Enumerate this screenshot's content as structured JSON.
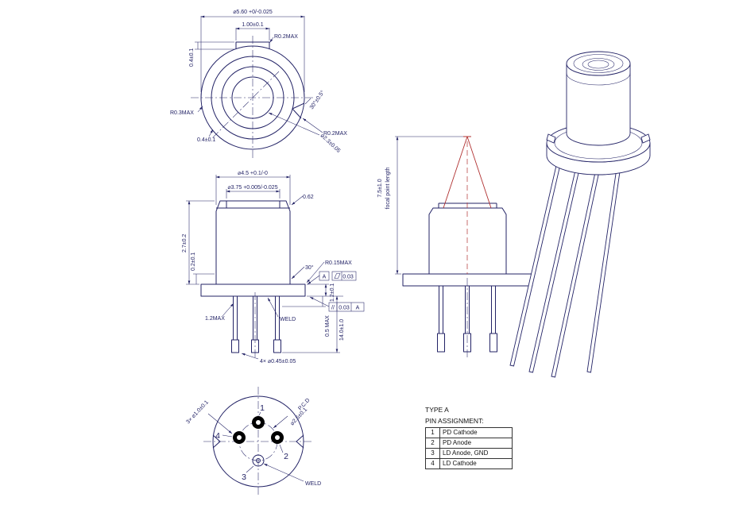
{
  "meta": {
    "line_color": "#232366",
    "beam_color": "#b03030"
  },
  "top_view": {
    "outer_diameter": "⌀5.60 +0/-0.025",
    "tab_width": "1.00±0.1",
    "tab_corner_radius": "R0.2MAX",
    "tab_height": "0.4±0.1",
    "flange_radius": "R0.3MAX",
    "notch_depth": "0.4±0.1",
    "key_angle": "30°±0.5°",
    "key_radius": "R0.2MAX",
    "aperture_diameter": "⌀2.3±0.05"
  },
  "side_view": {
    "cap_diameter": "⌀4.5 +0.1/-0",
    "window_diameter": "⌀3.75 +0.005/-0.025",
    "rim_step": "0.62",
    "cap_height": "2.7±0.2",
    "base_step": "0.2±0.1",
    "chamfer_angle": "30°",
    "flange_radius": "R0.15MAX",
    "datum": "A",
    "flatness_value": "0.03",
    "flange_thickness": "1.2±0.1",
    "parallelism_symbol": "//",
    "parallelism_value": "0.03",
    "parallelism_datum": "A",
    "weld_ring": "1.2MAX",
    "weld_label": "WELD",
    "standoff": "0.5 MAX",
    "lead_length": "14.0±1.0",
    "lead_diameter": "4× ⌀0.45±0.05"
  },
  "focal_view": {
    "focal_length": "7.5±1.0",
    "focal_label": "focal point length"
  },
  "bottom_view": {
    "pin_hole": "3× ⌀1.0±0.1",
    "pcd_line1": "P.C.D",
    "pcd_line2": "⌀2.5±0.1",
    "pin1": "1",
    "pin2": "2",
    "pin3": "3",
    "pin4": "4",
    "weld_label": "WELD"
  },
  "pin_table": {
    "type_label": "TYPE A",
    "title": "PIN ASSIGNMENT:",
    "rows": [
      {
        "pin": "1",
        "function": "PD Cathode"
      },
      {
        "pin": "2",
        "function": "PD Anode"
      },
      {
        "pin": "3",
        "function": "LD Anode, GND"
      },
      {
        "pin": "4",
        "function": "LD Cathode"
      }
    ]
  }
}
